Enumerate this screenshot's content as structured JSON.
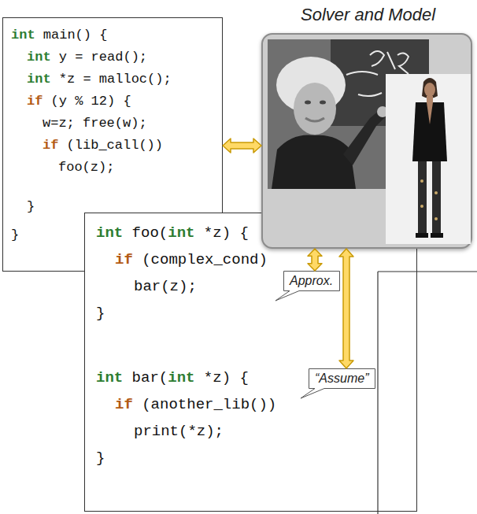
{
  "diagram": {
    "nodes": [
      {
        "text": [
          "int main() {",
          "int y = read();",
          "int *z = malloc();",
          "if (y % 12) {",
          "w=z; free(w);",
          "if (lib_call())",
          "foo(z);",
          "}",
          "}"
        ]
      },
      {
        "text": [
          "Solver and Model"
        ]
      },
      {
        "text": [
          "int foo(int *z) {",
          "if (complex_cond)",
          "bar(z);",
          "}",
          "int bar(int *z) {",
          "if (another_lib())",
          "print(*z);",
          "}"
        ]
      },
      {
        "text": [
          "Approx."
        ]
      },
      {
        "text": [
          "“Assume”"
        ]
      }
    ],
    "edges": [
      {
        "from": 0,
        "to": 1,
        "arrow": "both"
      },
      {
        "from": 1,
        "to": 3,
        "arrow": "both"
      },
      {
        "from": 1,
        "to": 4,
        "arrow": "both"
      }
    ]
  }
}
